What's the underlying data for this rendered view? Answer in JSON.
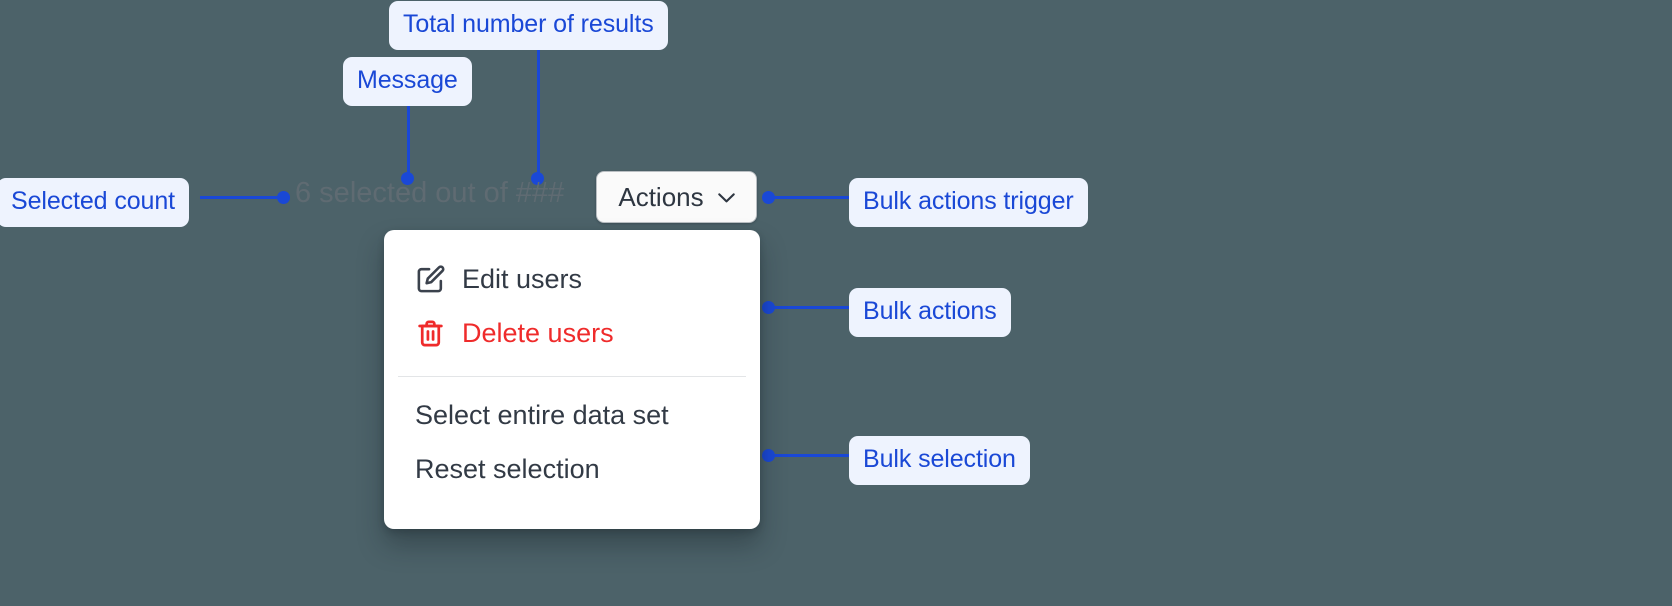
{
  "canvas": {
    "background": "#4c6269",
    "accent": "#1a48d6",
    "pill_background": "#eef3fe",
    "danger": "#ef2b2b"
  },
  "toolbar": {
    "selected_count_message": "6 selected out of ###",
    "selected_count_value": "6",
    "total_results_placeholder": "###",
    "actions_button_label": "Actions",
    "chevron_icon": "chevron-down-icon"
  },
  "menu": {
    "groups": [
      {
        "name": "bulk-actions",
        "items": [
          {
            "label": "Edit users",
            "icon": "edit-pencil-square-icon",
            "tone": "default"
          },
          {
            "label": "Delete users",
            "icon": "trash-icon",
            "tone": "danger"
          }
        ]
      },
      {
        "name": "bulk-selection",
        "items": [
          {
            "label": "Select entire data set",
            "icon": "",
            "tone": "default"
          },
          {
            "label": "Reset selection",
            "icon": "",
            "tone": "default"
          }
        ]
      }
    ]
  },
  "annotations": [
    {
      "id": "total-number-of-results",
      "label": "Total number of results"
    },
    {
      "id": "message",
      "label": "Message"
    },
    {
      "id": "selected-count",
      "label": "Selected count"
    },
    {
      "id": "bulk-actions-trigger",
      "label": "Bulk actions trigger"
    },
    {
      "id": "bulk-actions",
      "label": "Bulk actions"
    },
    {
      "id": "bulk-selection",
      "label": "Bulk selection"
    }
  ]
}
